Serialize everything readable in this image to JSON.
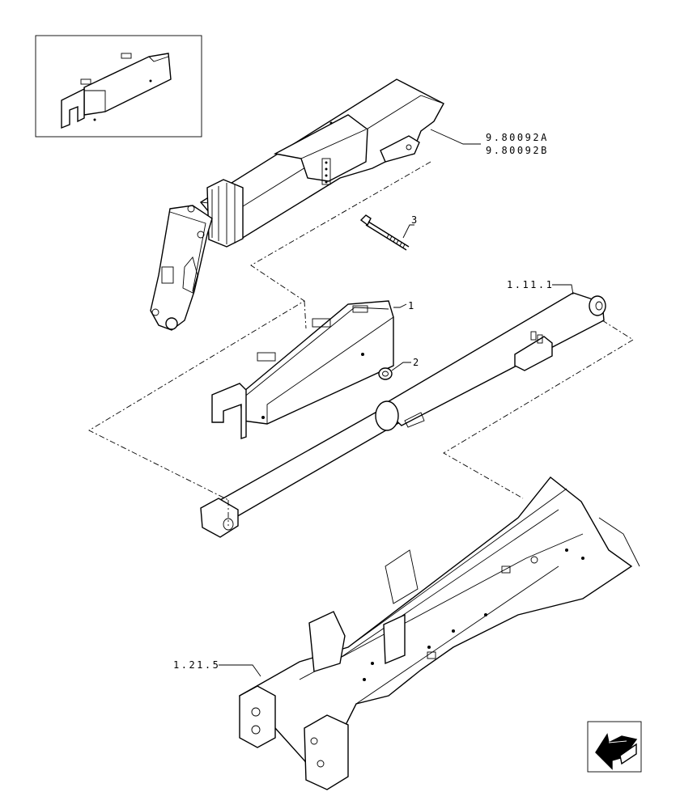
{
  "callouts": {
    "ref_a": "9.80092A",
    "ref_b": "9.80092B",
    "item_3": "3",
    "item_1": "1",
    "item_2": "2",
    "cylinder_ref": "1.11.1",
    "frame_ref": "1.21.5"
  },
  "icons": {
    "nav_arrow": "back-arrow-icon"
  }
}
